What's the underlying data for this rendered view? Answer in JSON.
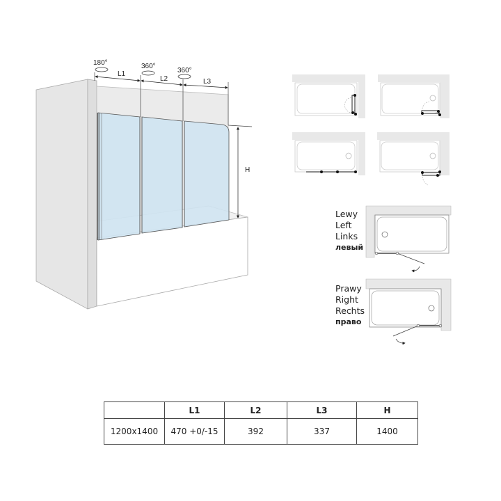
{
  "drawing": {
    "rotations": [
      {
        "label": "180°",
        "panel": "L1"
      },
      {
        "label": "360°",
        "panel": "L2"
      },
      {
        "label": "360°",
        "panel": "L3"
      }
    ],
    "dimension_labels": {
      "l1": "L1",
      "l2": "L2",
      "l3": "L3",
      "h": "H"
    },
    "colors": {
      "glass": "#cfe4f2",
      "wall": "#ebebeb",
      "side_wall": "#e4e4e4",
      "line": "#555555"
    }
  },
  "plans": [
    {
      "position": "top-left",
      "config": "folded-right-vertical"
    },
    {
      "position": "top-right",
      "config": "folded-bottom-right"
    },
    {
      "position": "middle-left",
      "config": "extended"
    },
    {
      "position": "middle-right",
      "config": "folded-bottom-right-open"
    }
  ],
  "orientation": {
    "left": {
      "lines": [
        "Lewy",
        "Left",
        "Links",
        "левый"
      ]
    },
    "right": {
      "lines": [
        "Prawy",
        "Right",
        "Rechts",
        "право"
      ]
    }
  },
  "spec_table": {
    "headers": [
      "",
      "L1",
      "L2",
      "L3",
      "H"
    ],
    "rows": [
      [
        "1200x1400",
        "470 +0/-15",
        "392",
        "337",
        "1400"
      ]
    ]
  }
}
